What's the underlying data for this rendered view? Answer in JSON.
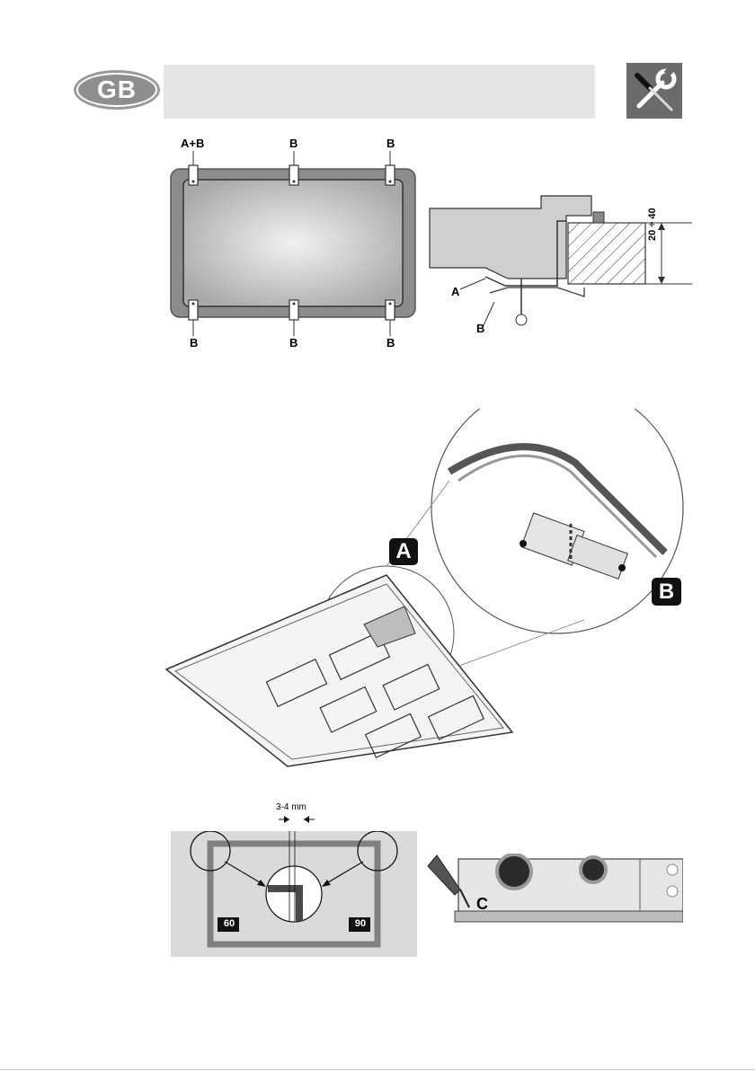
{
  "header": {
    "badge_text": "GB",
    "tool_icon": "tools-icon"
  },
  "figure_top": {
    "top_labels": [
      "A+B",
      "B",
      "B"
    ],
    "bottom_labels": [
      "B",
      "B",
      "B"
    ],
    "section_labels": {
      "a": "A",
      "b": "B"
    },
    "thickness_label": "20 ÷ 40"
  },
  "figure_middle": {
    "callout_a": "A",
    "callout_b": "B"
  },
  "figure_bottom": {
    "gap_label": "3-4 mm",
    "size_left": "60",
    "size_right": "90",
    "label_c": "C"
  },
  "colors": {
    "header_bar": "#e6e6e6",
    "badge": "#8e8e8e",
    "panel_fill": "#dadada"
  }
}
